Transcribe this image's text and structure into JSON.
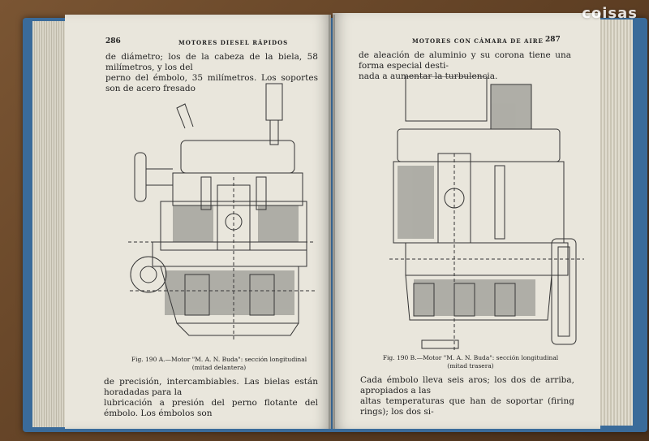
{
  "watermark": "coisas",
  "left_page": {
    "page_number": "286",
    "running_head": "MOTORES DIESEL RÁPIDOS",
    "top_text": [
      "de diámetro; los de la cabeza de la biela, 58 milímetros, y los del",
      "perno del émbolo, 35 milímetros. Los soportes son de acero fresado"
    ],
    "caption": [
      "Fig. 190 A.—Motor \"M. A. N. Buda\": sección longitudinal",
      "(mitad delantera)"
    ],
    "bottom_text": [
      "de precisión, intercambiables. Las bielas están horadadas para la",
      "lubricación a presión del perno flotante del émbolo. Los émbolos son"
    ]
  },
  "right_page": {
    "page_number": "287",
    "running_head": "MOTORES CON CÁMARA DE AIRE",
    "top_text": [
      "de aleación de aluminio y su corona tiene una forma especial desti-",
      "nada a aumentar la turbulencia."
    ],
    "caption": [
      "Fig. 190 B.—Motor \"M. A. N. Buda\": sección longitudinal",
      "(mitad trasera)"
    ],
    "bottom_text": [
      "Cada émbolo lleva seis aros; los dos de arriba, apropiados a las",
      "altas temperaturas que han de soportar (firing rings); los dos si-"
    ]
  }
}
